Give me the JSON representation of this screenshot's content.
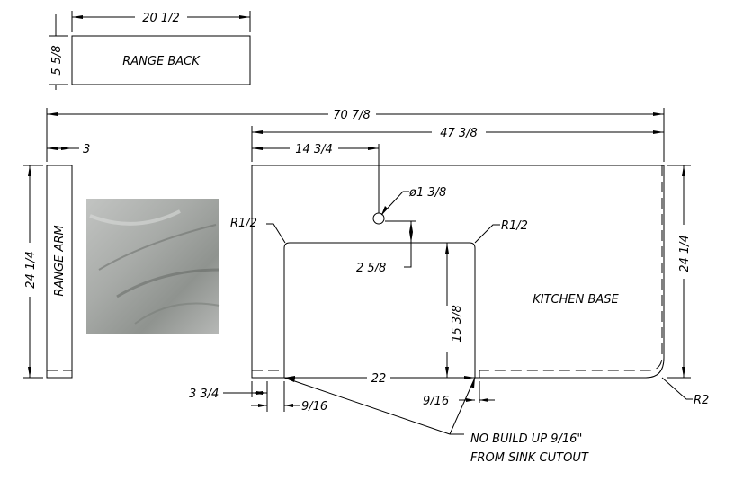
{
  "title": "Kitchen countertop shop drawing",
  "range_back": {
    "label": "RANGE BACK",
    "width": "20 1/2",
    "height": "5 5/8"
  },
  "range_arm": {
    "label": "RANGE ARM",
    "width": "3",
    "height": "24 1/4"
  },
  "kitchen_base": {
    "label": "KITCHEN BASE",
    "overall": "70 7/8",
    "width": "47 3/8",
    "height": "24 1/4",
    "faucet_offset": "14 3/4",
    "faucet_hole": "ø1 3/8",
    "hole_to_sink": "2 5/8",
    "sink_depth": "15 3/8",
    "sink_width": "22",
    "left_offset": "3 3/4",
    "buildup_left": "9/16",
    "buildup_right": "9/16",
    "radius_left": "R1/2",
    "radius_right": "R1/2",
    "corner_radius": "R2"
  },
  "note": {
    "line1": "NO BUILD UP 9/16\"",
    "line2": "FROM SINK CUTOUT"
  },
  "colors": {
    "line": "#000000",
    "marble": "#a9aca9"
  }
}
